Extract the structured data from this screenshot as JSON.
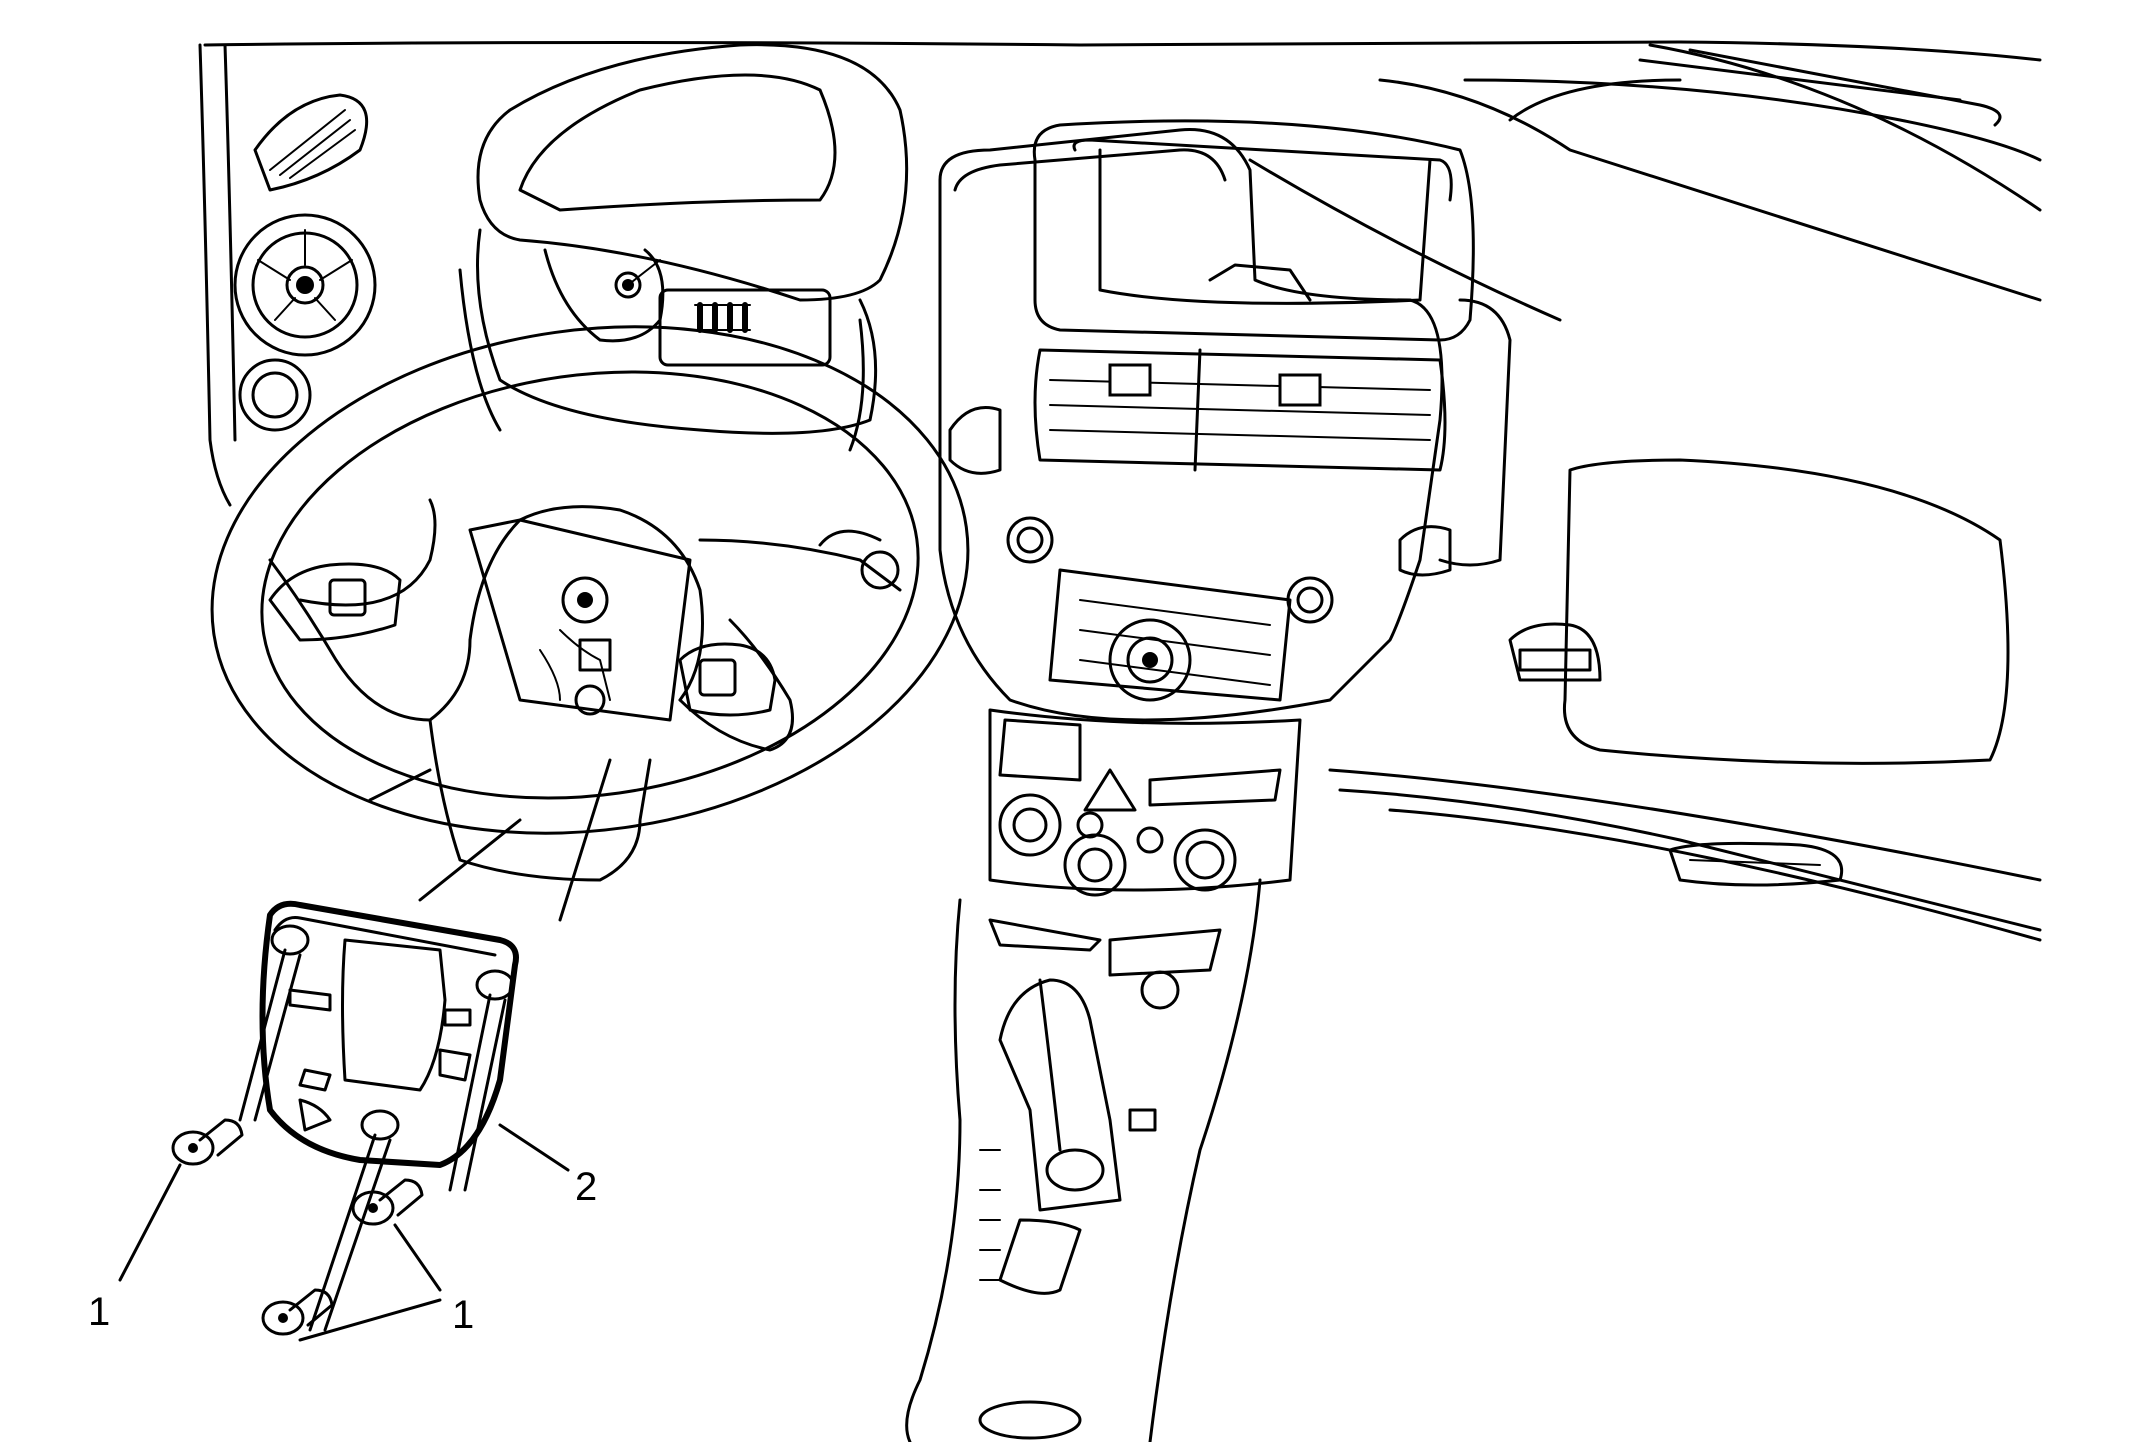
{
  "callouts": {
    "left_screw": "1",
    "bottom_screws": "1",
    "bezel": "2"
  }
}
